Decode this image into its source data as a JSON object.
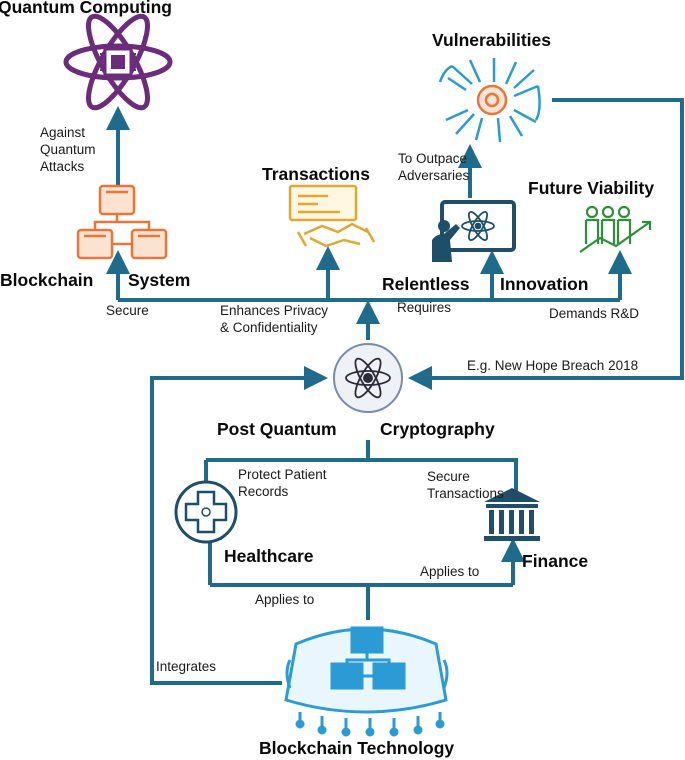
{
  "nodes": {
    "quantum_computing": "Quantum Computing",
    "vulnerabilities": "Vulnerabilities",
    "transactions": "Transactions",
    "future_viability": "Future Viability",
    "blockchain_system_a": "Blockchain",
    "blockchain_system_b": "System",
    "relentless_innovation_a": "Relentless",
    "relentless_innovation_b": "Innovation",
    "pqc_a": "Post Quantum",
    "pqc_b": "Cryptography",
    "healthcare": "Healthcare",
    "finance": "Finance",
    "blockchain_technology": "Blockchain Technology"
  },
  "edges": {
    "against_quantum": "Against\nQuantum\nAttacks",
    "to_outpace": "To Outpace\nAdversaries",
    "secure": "Secure",
    "enhances_privacy": "Enhances Privacy\n& Confidentiality",
    "requires": "Requires",
    "demands_rd": "Demands R&D",
    "new_hope": "E.g. New Hope Breach 2018",
    "protect_patient": "Protect Patient\nRecords",
    "secure_transactions": "Secure\nTransactions",
    "applies_to_finance": "Applies to",
    "applies_to_health": "Applies to",
    "integrates": "Integrates"
  },
  "colors": {
    "arrow": "#1f6b8c",
    "quantum_icon": "#6b2c7a",
    "orange_icon": "#e8763a",
    "gold_icon": "#e0a830",
    "green_icon": "#2f8f3e",
    "blue_icon": "#2a9bd4",
    "dark_icon": "#1f4e69"
  }
}
